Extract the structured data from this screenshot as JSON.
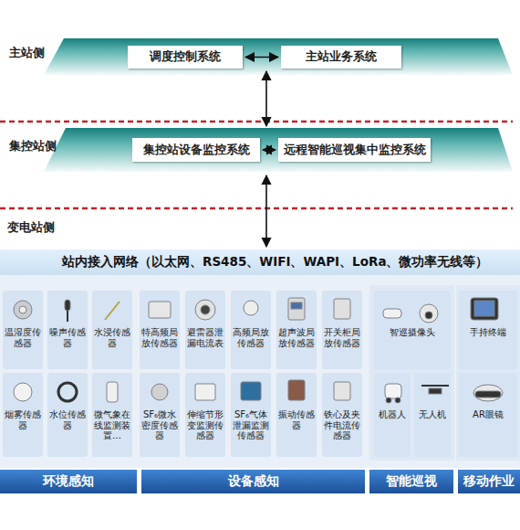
{
  "diagram": {
    "nodes": [
      {
        "text": [
          "调度控制系统"
        ]
      },
      {
        "text": [
          "主站业务系统"
        ]
      },
      {
        "text": [
          "集控站设备监控系统"
        ]
      },
      {
        "text": [
          "远程智能巡视集中监控系统"
        ]
      },
      {
        "text": [
          "站内接入网络（以太网、RS485、WIFI、WAPI、LoRa、微功率无线等）"
        ]
      },
      {
        "text": [
          "温湿度传感器"
        ]
      },
      {
        "text": [
          "噪声传感器"
        ]
      },
      {
        "text": [
          "水浸传感器"
        ]
      },
      {
        "text": [
          "特高频局放传感器"
        ]
      },
      {
        "text": [
          "避雷器泄漏电流表"
        ]
      },
      {
        "text": [
          "高频局放传感器"
        ]
      },
      {
        "text": [
          "超声波局放传感器"
        ]
      },
      {
        "text": [
          "开关柜局放传感器"
        ]
      },
      {
        "text": [
          "智巡摄像头"
        ]
      },
      {
        "text": [
          "手持终端"
        ]
      },
      {
        "text": [
          "烟雾传感器"
        ]
      },
      {
        "text": [
          "水位传感器"
        ]
      },
      {
        "text": [
          "微气象在线监测装置…"
        ]
      },
      {
        "text": [
          "SF₆微水密度传感器"
        ]
      },
      {
        "text": [
          "伸缩节形变监测传感器"
        ]
      },
      {
        "text": [
          "SF₆气体泄漏监测传感器"
        ]
      },
      {
        "text": [
          "振动传感器"
        ]
      },
      {
        "text": [
          "铁心及夹件电流传感器"
        ]
      },
      {
        "text": [
          "机器人"
        ]
      },
      {
        "text": [
          "无人机"
        ]
      },
      {
        "text": [
          "AR眼镜"
        ]
      },
      {
        "text": [
          "环境感知"
        ]
      },
      {
        "text": [
          "设备感知"
        ]
      },
      {
        "text": [
          "智能巡视"
        ]
      },
      {
        "text": [
          "移动作业"
        ]
      }
    ],
    "edges": [
      {
        "from": 0,
        "to": 1,
        "arrow": "both"
      },
      {
        "from": 2,
        "to": 3,
        "arrow": "both"
      }
    ],
    "labels": [
      "主站侧",
      "集控站侧",
      "变电站侧"
    ]
  }
}
